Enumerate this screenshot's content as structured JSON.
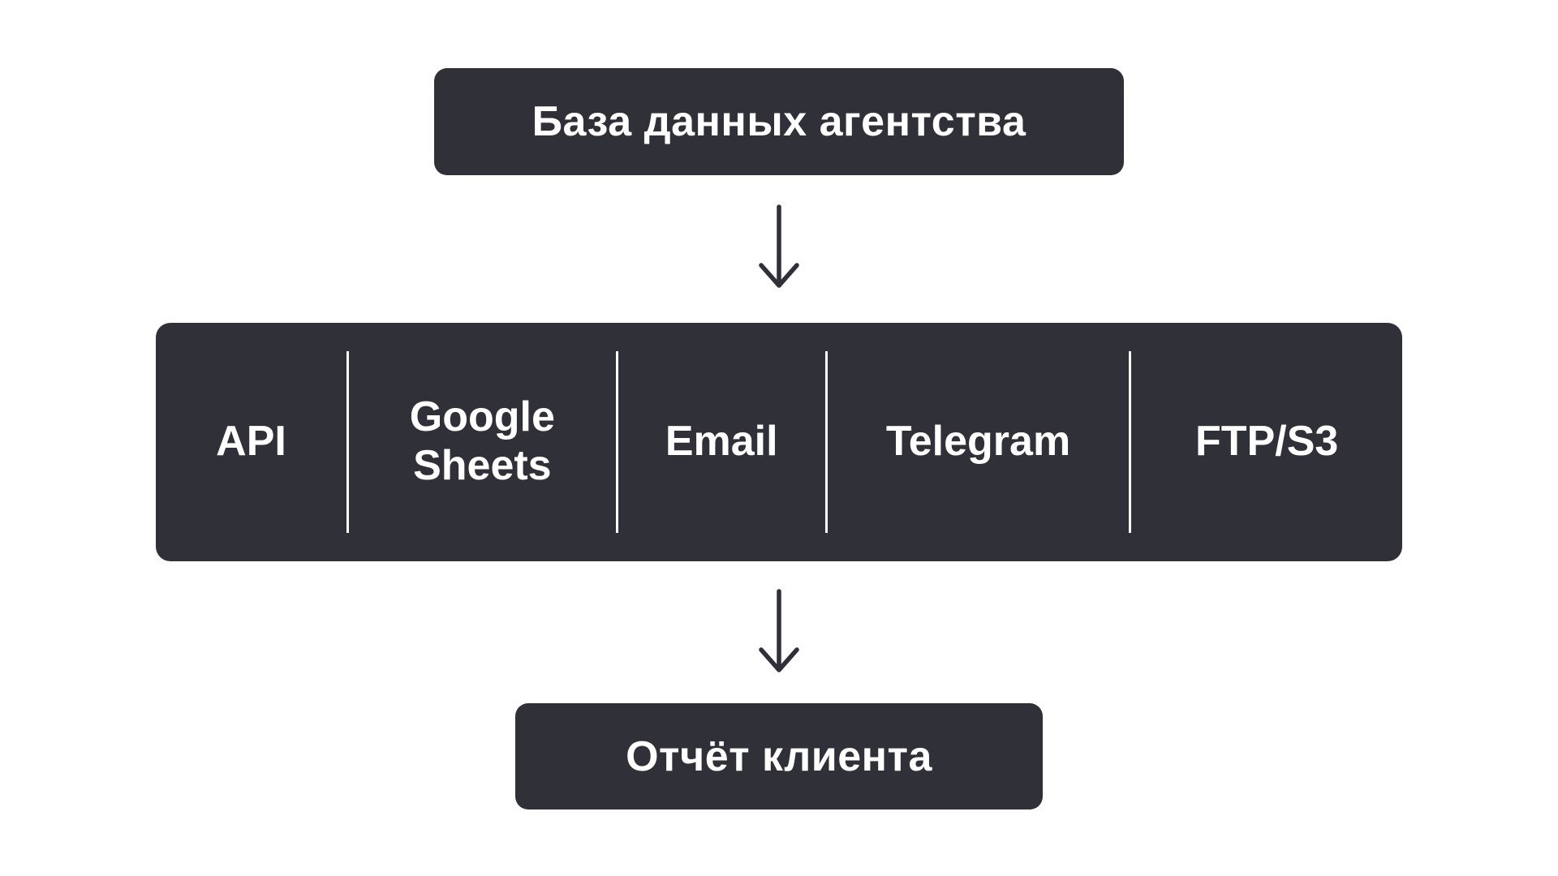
{
  "diagram": {
    "source": {
      "label": "База данных агентства"
    },
    "channels": {
      "items": [
        {
          "label": "API"
        },
        {
          "label": "Google Sheets"
        },
        {
          "label": "Email"
        },
        {
          "label": "Telegram"
        },
        {
          "label": "FTP/S3"
        }
      ]
    },
    "output": {
      "label": "Отчёт клиента"
    }
  },
  "colors": {
    "node_background": "#2F3038",
    "node_text": "#FFFFFF",
    "page_background": "#FFFFFF",
    "arrow": "#2F3038",
    "divider": "#FFFFFF"
  }
}
